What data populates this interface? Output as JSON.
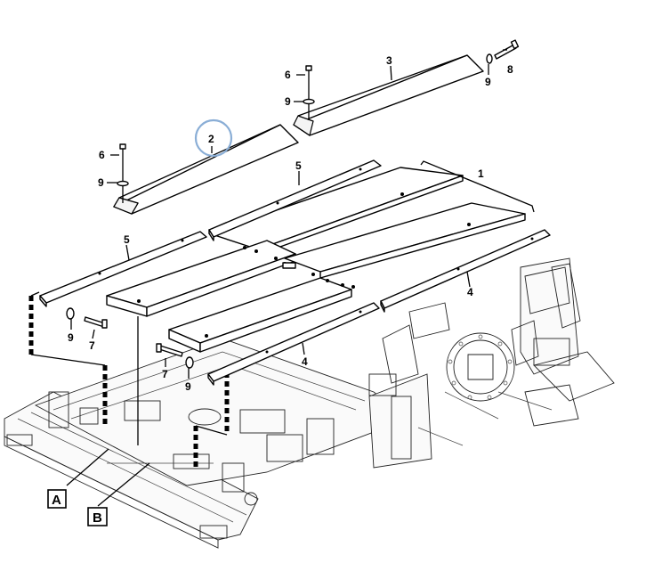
{
  "callouts": {
    "c1": "1",
    "c2": "2",
    "c3": "3",
    "c4a": "4",
    "c4b": "4",
    "c5a": "5",
    "c5b": "5",
    "c6a": "6",
    "c6b": "6",
    "c7a": "7",
    "c7b": "7",
    "c8": "8",
    "c9a": "9",
    "c9b": "9",
    "c9c": "9",
    "c9d": "9",
    "c9e": "9"
  },
  "views": {
    "a": "A",
    "b": "B"
  },
  "highlight_color": "#8aaed6"
}
